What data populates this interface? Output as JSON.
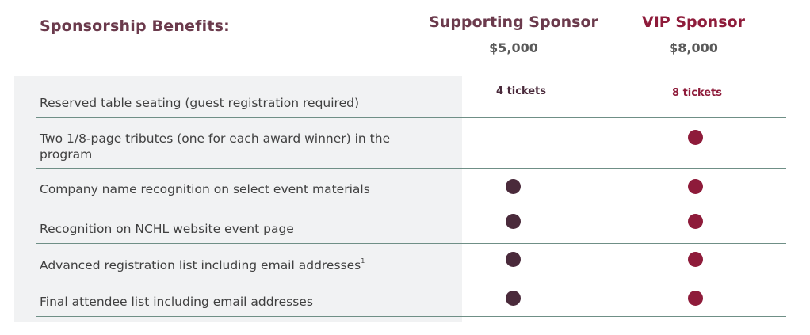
{
  "heading": "Sponsorship Benefits:",
  "tiers": [
    {
      "name": "Supporting Sponsor",
      "price": "$5,000"
    },
    {
      "name": "VIP Sponsor",
      "price": "$8,000"
    }
  ],
  "rows": [
    {
      "label": "Reserved table seating (guest registration required)",
      "supporting": "4 tickets",
      "vip": "8 tickets"
    },
    {
      "label_line1": "Two 1/8-page tributes (one for each award winner) in the",
      "label_line2": "program",
      "supporting_included": false,
      "vip_included": true
    },
    {
      "label": "Company name recognition on select event materials",
      "supporting_included": true,
      "vip_included": true
    },
    {
      "label": "Recognition on NCHL website event page",
      "supporting_included": true,
      "vip_included": true
    },
    {
      "label": "Advanced registration list including email addresses",
      "footnote": "1",
      "supporting_included": true,
      "vip_included": true
    },
    {
      "label": "Final attendee list including email addresses",
      "footnote": "1",
      "supporting_included": true,
      "vip_included": true
    }
  ],
  "colors": {
    "heading": "#6b3a4c",
    "supporting": "#4a2a3b",
    "vip": "#8e1b3a",
    "panel": "#f1f2f3",
    "rule": "#6f8f86"
  }
}
